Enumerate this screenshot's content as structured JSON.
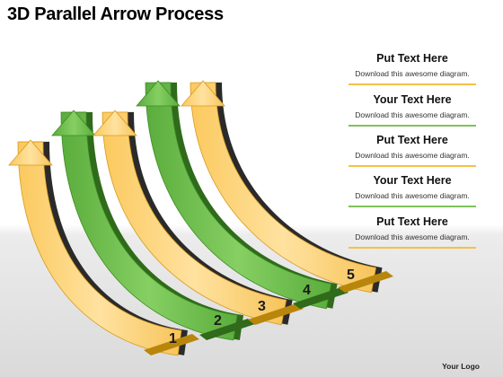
{
  "title": "3D Parallel Arrow Process",
  "items": [
    {
      "title": "Put Text Here",
      "desc": "Download this awesome diagram.",
      "color": "#f5c04a"
    },
    {
      "title": "Your Text Here",
      "desc": "Download this awesome diagram.",
      "color": "#7dc35b"
    },
    {
      "title": "Put Text Here",
      "desc": "Download this awesome diagram.",
      "color": "#f5c04a"
    },
    {
      "title": "Your Text Here",
      "desc": "Download this awesome diagram.",
      "color": "#7dc35b"
    },
    {
      "title": "Put Text Here",
      "desc": "Download this awesome diagram.",
      "color": "#f5c04a"
    }
  ],
  "steps": [
    {
      "label": "1",
      "color": "yellow"
    },
    {
      "label": "2",
      "color": "green"
    },
    {
      "label": "3",
      "color": "yellow"
    },
    {
      "label": "4",
      "color": "green"
    },
    {
      "label": "5",
      "color": "yellow"
    }
  ],
  "colors": {
    "yellow_face": "#fdd27a",
    "yellow_edge": "#b8860b",
    "green_face": "#6fbf4f",
    "green_edge": "#2f6b1a"
  },
  "logo": "Your Logo"
}
